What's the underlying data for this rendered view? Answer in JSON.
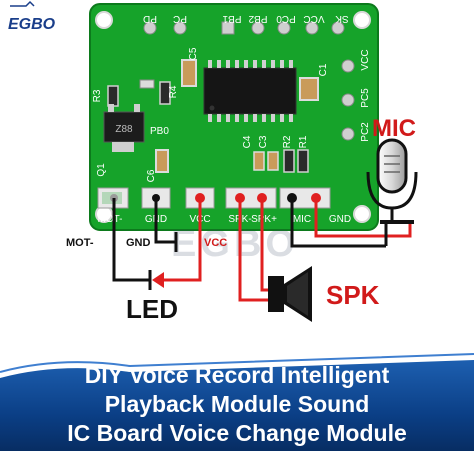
{
  "brand": {
    "logo_text": "EGBO",
    "watermark": "EGBO"
  },
  "colors": {
    "pcb_green": "#16a32a",
    "pcb_dark_green": "#0f8a22",
    "wire_red": "#e02020",
    "wire_black": "#111111",
    "banner_blue": "#0b3f86",
    "label_red": "#d11a1a"
  },
  "board": {
    "top_labels": [
      "PD",
      "PC",
      "PB1",
      "PB2",
      "PC0",
      "VCC",
      "SK"
    ],
    "right_labels": [
      "VCC",
      "PC5",
      "PC2",
      "C1"
    ],
    "component_labels": [
      "R3",
      "R4",
      "C5",
      "PB0",
      "Q1",
      "C6",
      "C4",
      "C3",
      "R2",
      "R1"
    ],
    "chip_marking": "Z88",
    "bottom_pins": [
      "MOT-",
      "GND",
      "VCC",
      "SPK-",
      "SPK+",
      "MIC",
      "GND"
    ]
  },
  "diagram": {
    "mot_label": "MOT-",
    "gnd_label": "GND",
    "vcc_label": "VCC",
    "led_label": "LED",
    "spk_label": "SPK",
    "mic_label": "MIC"
  },
  "title": {
    "lines": [
      "DIY Voice Record Intelligent",
      "Playback Module Sound",
      "IC Board Voice Change Module"
    ]
  }
}
